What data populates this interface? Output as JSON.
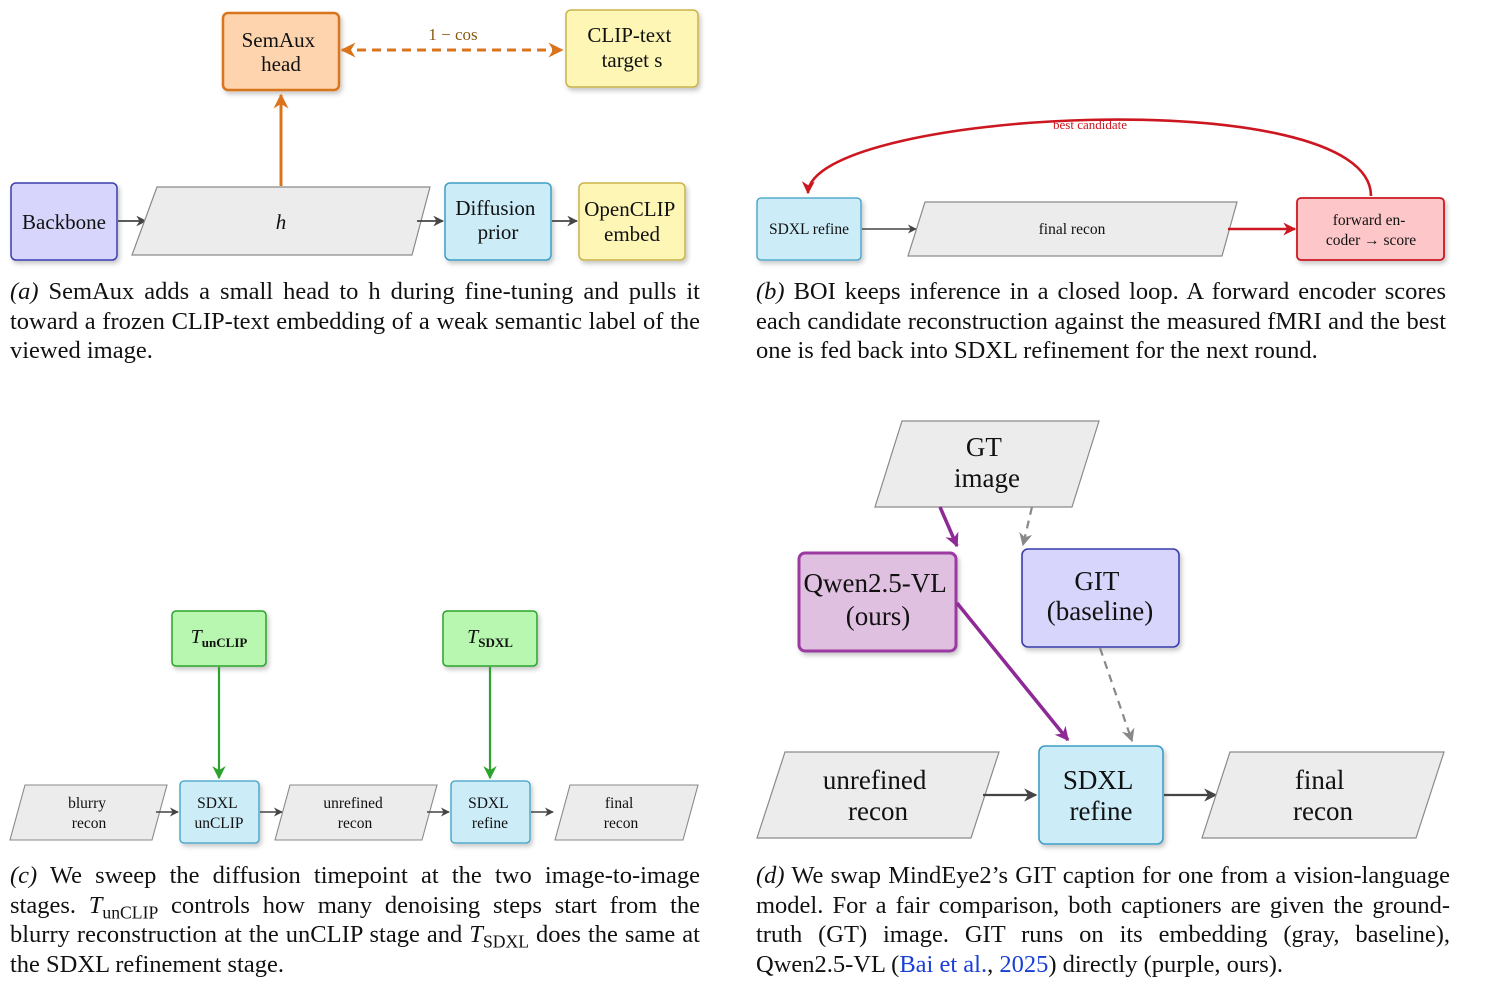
{
  "panel_a": {
    "semaux": [
      "SemAux",
      "head"
    ],
    "loss": "1 − cos",
    "clip_target": [
      "CLIP-text",
      "target s"
    ],
    "backbone": "Backbone",
    "h": "h",
    "prior": [
      "Diffusion",
      "prior"
    ],
    "openclip": [
      "OpenCLIP",
      "embed"
    ],
    "caption": {
      "label": "(a)",
      "text": " SemAux adds a small head to h during fine-tuning and pulls it toward a frozen CLIP-text embedding of a weak semantic label of the viewed image."
    }
  },
  "panel_b": {
    "loop_label": "best candidate",
    "sdxl_refine": "SDXL refine",
    "final_recon": "final recon",
    "encoder": [
      "forward en-",
      "coder → score"
    ],
    "caption": {
      "label": "(b)",
      "text": " BOI keeps inference in a closed loop. A forward encoder scores each candidate reconstruction against the measured fMRI and the best one is fed back into SDXL refinement for the next round."
    }
  },
  "panel_c": {
    "t_unclip": {
      "base": "T",
      "sub": "unCLIP"
    },
    "t_sdxl": {
      "base": "T",
      "sub": "SDXL"
    },
    "blurry": [
      "blurry",
      "recon"
    ],
    "unclip": [
      "SDXL",
      "unCLIP"
    ],
    "unrefined": [
      "unrefined",
      "recon"
    ],
    "refine": [
      "SDXL",
      "refine"
    ],
    "final": [
      "final",
      "recon"
    ],
    "caption": {
      "label": "(c)",
      "part1": " We sweep the diffusion timepoint at the two image-to-image stages. ",
      "t1": "T",
      "t1_sub": "unCLIP",
      "part2": " controls how many denoising steps start from the blurry reconstruction at the unCLIP stage and ",
      "t2": "T",
      "t2_sub": "SDXL",
      "part3": " does the same at the SDXL refinement stage."
    }
  },
  "panel_d": {
    "gt": [
      "GT",
      "image"
    ],
    "qwen": [
      "Qwen2.5-VL",
      "(ours)"
    ],
    "git": [
      "GIT",
      "(baseline)"
    ],
    "unrefined": [
      "unrefined",
      "recon"
    ],
    "sdxl": [
      "SDXL",
      "refine"
    ],
    "final": [
      "final",
      "recon"
    ],
    "caption": {
      "label": "(d)",
      "part1": " We swap MindEye2’s GIT caption for one from a vision-language model. For a fair comparison, both captioners are given the ground-truth (GT) image. GIT runs on its embedding (gray, baseline), Qwen2.5-VL (",
      "cite_author": "Bai et al.",
      "cite_sep": ", ",
      "cite_year": "2025",
      "part2": ") directly (purple, ours)."
    }
  },
  "colors": {
    "orange": "#d9741c",
    "orange_fill": "#fdd4ad",
    "yellow_fill": "#fdf6b4",
    "yellow_stroke": "#c9b34a",
    "blue_fill": "#ccecf8",
    "blue_stroke": "#3c9ec6",
    "purple_fill": "#d7d5fb",
    "purple_stroke": "#3b3eae",
    "green_fill": "#b7f7b0",
    "green_stroke": "#2ca32c",
    "red_fill": "#fdc6c9",
    "red_stroke": "#cc1720",
    "magenta_fill": "#e0c0e0",
    "magenta_stroke": "#9b3aa1",
    "gray_fill": "#ececec",
    "gray_stroke": "#8a8a8a"
  }
}
